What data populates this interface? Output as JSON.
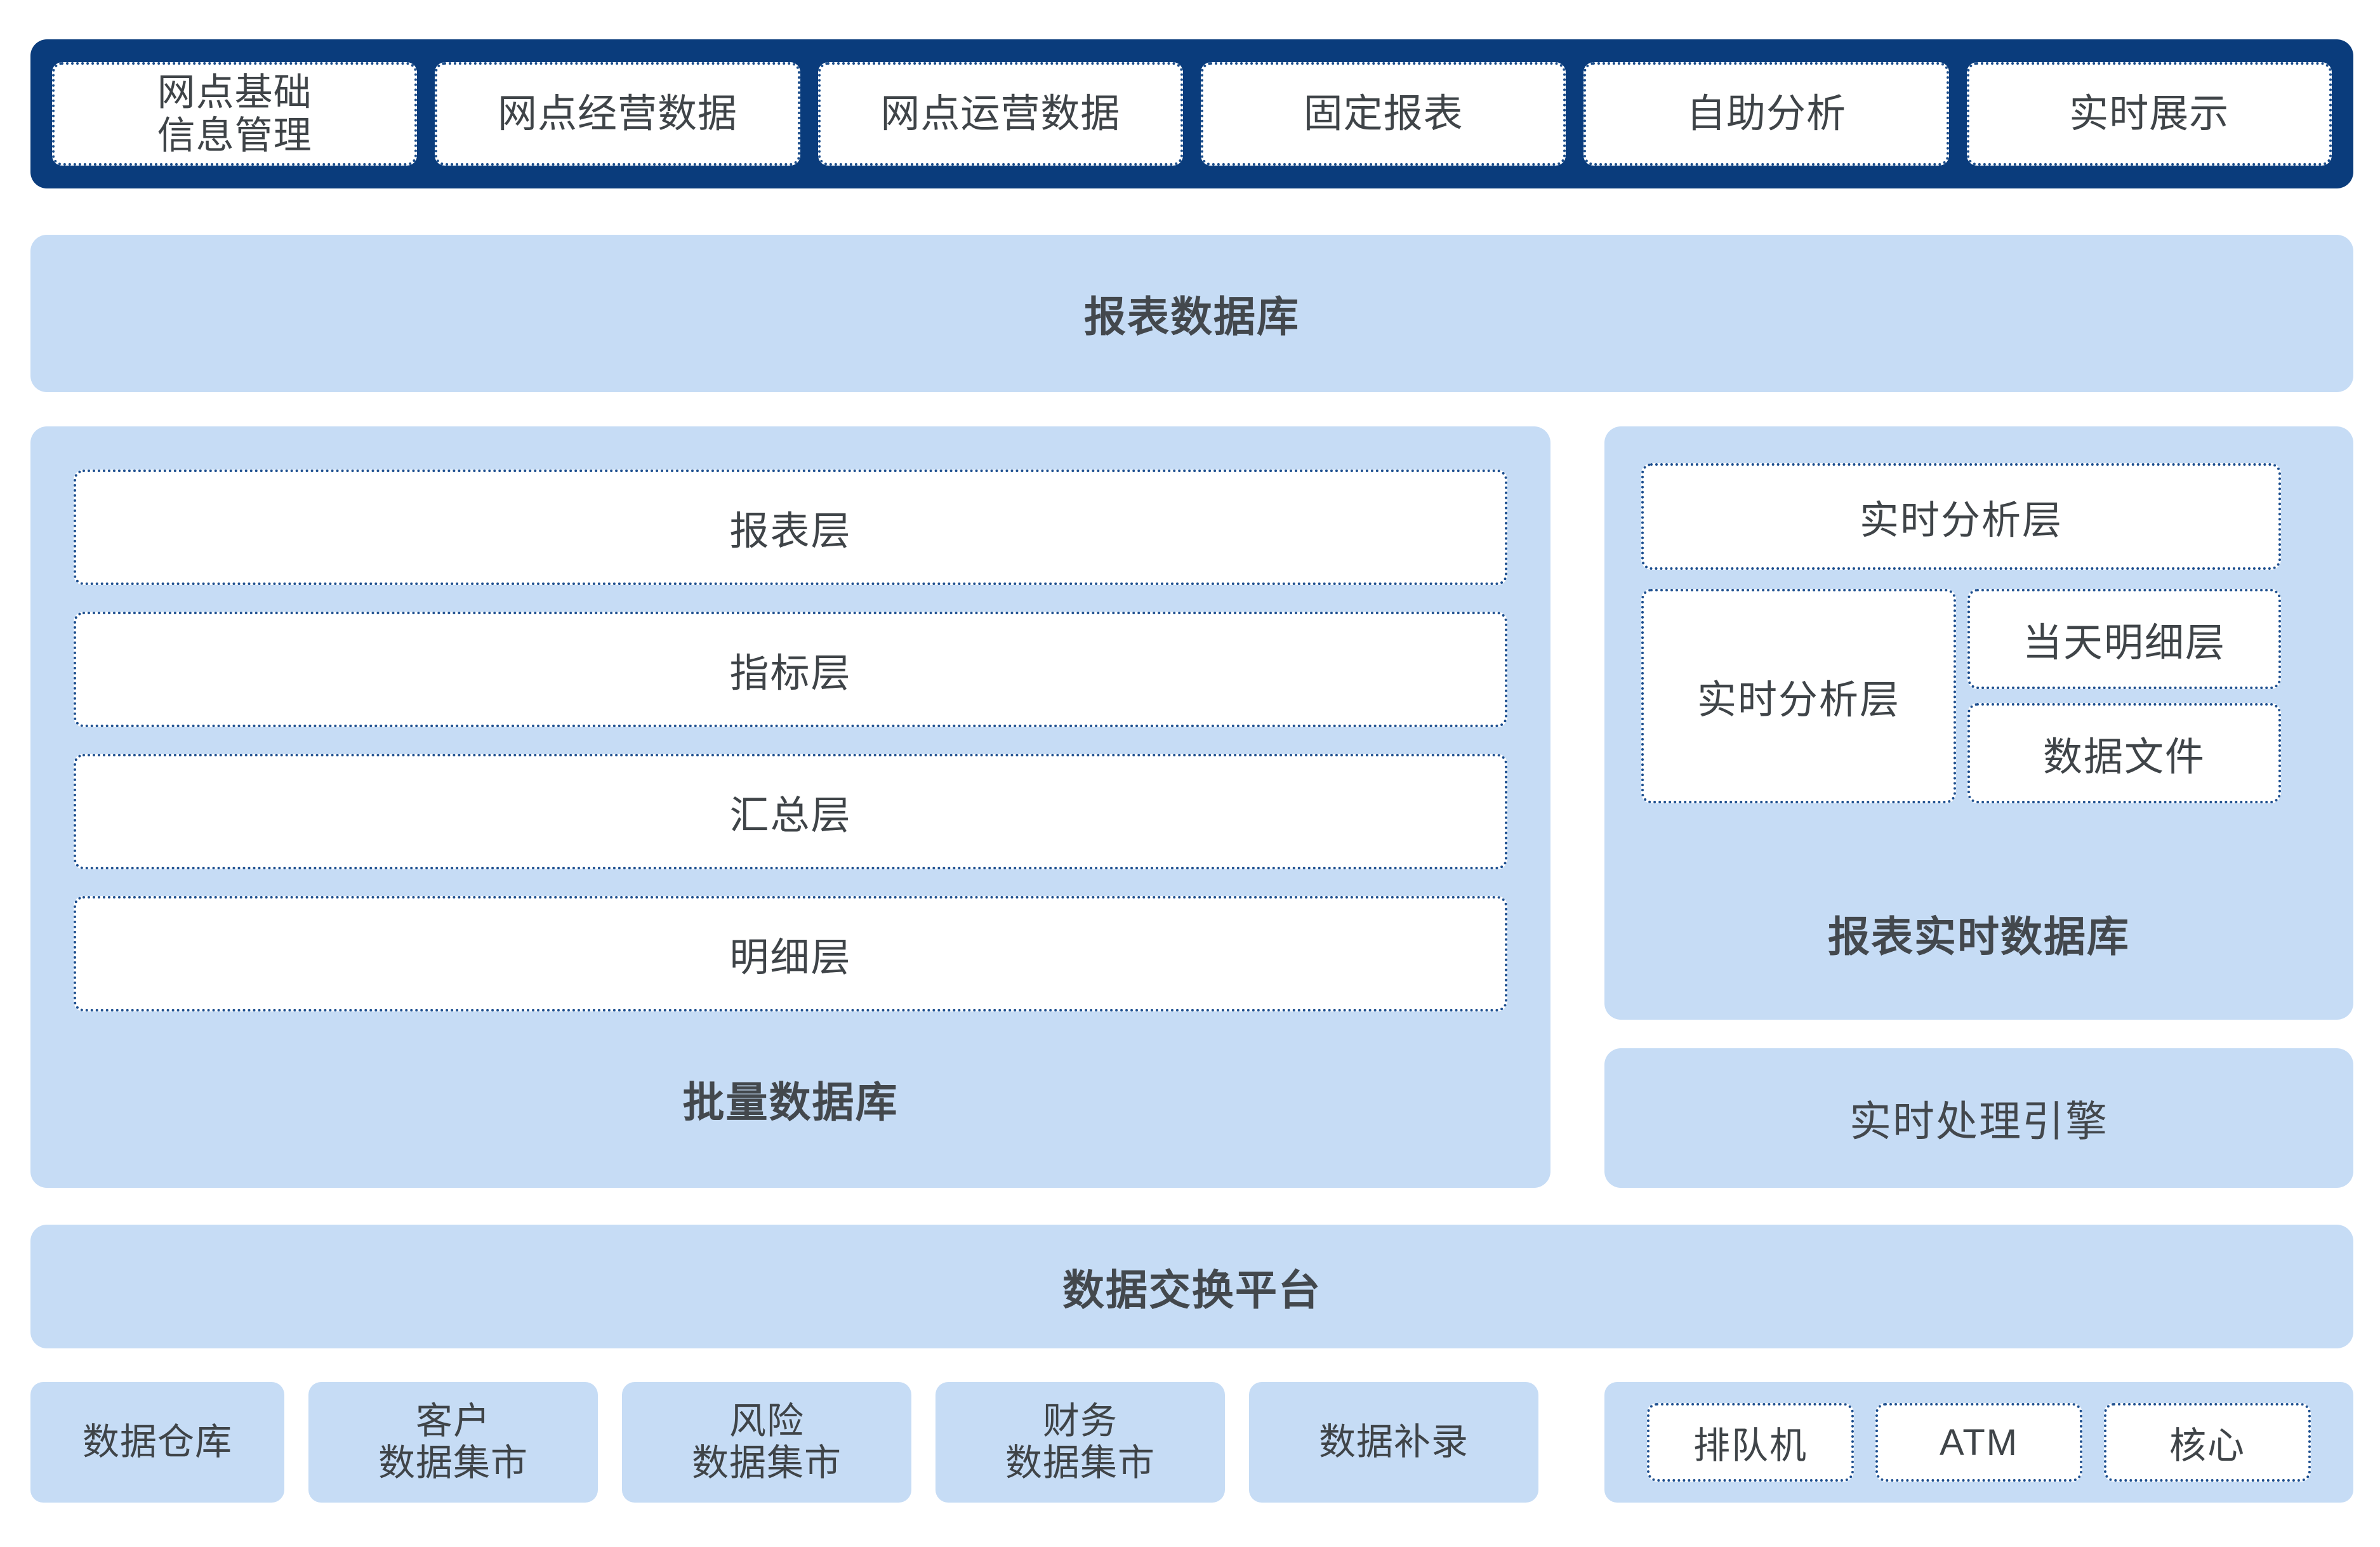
{
  "colors": {
    "navy": "#0a3c7c",
    "panel_blue": "#c6dcf5",
    "dotted_border": "#1d4f8f",
    "text": "#3f4448",
    "background": "#ffffff"
  },
  "top_bar": {
    "items": [
      {
        "line1": "网点基础",
        "line2": "信息管理"
      },
      {
        "line1": "网点经营数据",
        "line2": ""
      },
      {
        "line1": "网点运营数据",
        "line2": ""
      },
      {
        "line1": "固定报表",
        "line2": ""
      },
      {
        "line1": "自助分析",
        "line2": ""
      },
      {
        "line1": "实时展示",
        "line2": ""
      }
    ]
  },
  "report_db": {
    "title": "报表数据库"
  },
  "batch_db": {
    "title": "批量数据库",
    "layers": [
      {
        "label": "报表层"
      },
      {
        "label": "指标层"
      },
      {
        "label": "汇总层"
      },
      {
        "label": "明细层"
      }
    ]
  },
  "realtime_db": {
    "title": "报表实时数据库",
    "top_layer": "实时分析层",
    "left_layer": "实时分析层",
    "right_layers": [
      {
        "label": "当天明细层"
      },
      {
        "label": "数据文件"
      }
    ]
  },
  "realtime_engine": {
    "title": "实时处理引擎"
  },
  "exchange_platform": {
    "title": "数据交换平台"
  },
  "sources": {
    "boxes": [
      {
        "line1": "数据仓库",
        "line2": ""
      },
      {
        "line1": "客户",
        "line2": "数据集市"
      },
      {
        "line1": "风险",
        "line2": "数据集市"
      },
      {
        "line1": "财务",
        "line2": "数据集市"
      },
      {
        "line1": "数据补录",
        "line2": ""
      }
    ],
    "channel_group": [
      {
        "label": "排队机"
      },
      {
        "label": "ATM"
      },
      {
        "label": "核心"
      }
    ]
  }
}
